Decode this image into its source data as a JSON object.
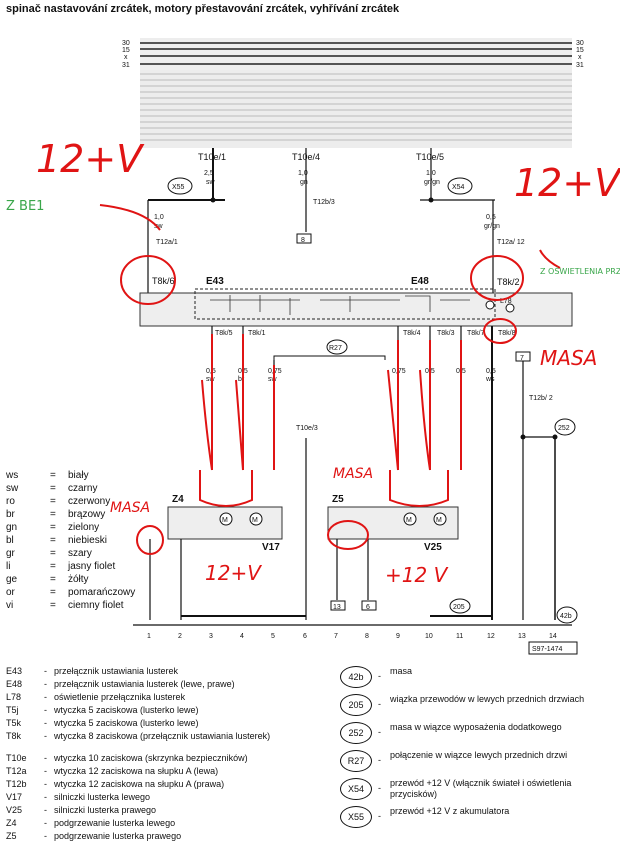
{
  "title": "spinač nastavování zrcátek, motory přestavování zrcátek, vyhřívání zrcátek",
  "rails": [
    "30",
    "15",
    "x",
    "31"
  ],
  "top_connectors": [
    {
      "id": "T10e/1",
      "wire": [
        "2,5",
        "sw"
      ]
    },
    {
      "id": "T10e/4",
      "wire": [
        "1,0",
        "gn"
      ]
    },
    {
      "id": "T10e/5",
      "wire": [
        "1,0",
        "gr/gn"
      ]
    }
  ],
  "refs_inline": [
    "X55",
    "X54",
    "R27",
    "252",
    "205",
    "42b",
    "7",
    "8"
  ],
  "labels": {
    "e43": "E43",
    "e48": "E48",
    "l78": "L78",
    "z4": "Z4",
    "z5": "Z5",
    "v17": "V17",
    "v25": "V25",
    "t12a1": "T12a/1",
    "t12a12": "T12a/ 12",
    "t12b3": "T12b/3",
    "t8k6": "T8k/6",
    "t8k2": "T8k/2",
    "t8k5": "T8k/5",
    "t8k1": "T8k/1",
    "t8k4": "T8k/4",
    "t8k3": "T8k/3",
    "t8k7": "T8k/7",
    "t8k8": "T8k/8",
    "t10e3": "T10e/3",
    "t12b2": "T12b/ 2",
    "s97": "S97-1474"
  },
  "columns": [
    "1",
    "2",
    "3",
    "4",
    "5",
    "6",
    "7",
    "8",
    "9",
    "10",
    "11",
    "12",
    "13",
    "14"
  ],
  "handwritten": {
    "h1": "12+V",
    "h2": "12+V",
    "h3": "+12 V",
    "h4": "12+V",
    "masa1": "MASA",
    "masa2": "MASA",
    "masa3": "MASA",
    "green1": "Z BE1",
    "green2": "Z OŚWIETLENIA PRZEŁĄCZN"
  },
  "color_legend": [
    {
      "code": "ws",
      "value": "biały"
    },
    {
      "code": "sw",
      "value": "czarny"
    },
    {
      "code": "ro",
      "value": "czerwony"
    },
    {
      "code": "br",
      "value": "brązowy"
    },
    {
      "code": "gn",
      "value": "zielony"
    },
    {
      "code": "bl",
      "value": "niebieski"
    },
    {
      "code": "gr",
      "value": "szary"
    },
    {
      "code": "li",
      "value": "jasny fiolet"
    },
    {
      "code": "ge",
      "value": "żółty"
    },
    {
      "code": "or",
      "value": "pomarańczowy"
    },
    {
      "code": "vi",
      "value": "ciemny fiolet"
    }
  ],
  "components": [
    {
      "code": "E43",
      "desc": "przełącznik ustawiania lusterek"
    },
    {
      "code": "E48",
      "desc": "przełącznik ustawiania lusterek (lewe, prawe)"
    },
    {
      "code": "L78",
      "desc": "oświetlenie przełącznika lusterek"
    },
    {
      "code": "T5j",
      "desc": "wtyczka 5 zaciskowa (lusterko lewe)"
    },
    {
      "code": "T5k",
      "desc": "wtyczka 5 zaciskowa (lusterko lewe)"
    },
    {
      "code": "T8k",
      "desc": "wtyczka 8 zaciskowa (przełącznik ustawiania lusterek)"
    },
    {
      "code": "T10e",
      "desc": "wtyczka 10 zaciskowa (skrzynka bezpieczników)"
    },
    {
      "code": "T12a",
      "desc": "wtyczka 12 zaciskowa na słupku A (lewa)"
    },
    {
      "code": "T12b",
      "desc": "wtyczka 12 zaciskowa na słupku A (prawa)"
    },
    {
      "code": "V17",
      "desc": "silniczki lusterka lewego"
    },
    {
      "code": "V25",
      "desc": "silniczki lusterka prawego"
    },
    {
      "code": "Z4",
      "desc": "podgrzewanie lusterka lewego"
    },
    {
      "code": "Z5",
      "desc": "podgrzewanie lusterka prawego"
    }
  ],
  "references": [
    {
      "code": "42b",
      "desc": "masa"
    },
    {
      "code": "205",
      "desc": "wiązka przewodów w lewych przednich drzwiach"
    },
    {
      "code": "252",
      "desc": "masa w wiązce wyposażenia dodatkowego"
    },
    {
      "code": "R27",
      "desc": "połączenie w wiązce lewych przednich drzwi"
    },
    {
      "code": "X54",
      "desc": "przewód +12 V (włącznik świateł i oświetlenia przycisków)"
    },
    {
      "code": "X55",
      "desc": "przewód +12 V z akumulatora"
    }
  ]
}
